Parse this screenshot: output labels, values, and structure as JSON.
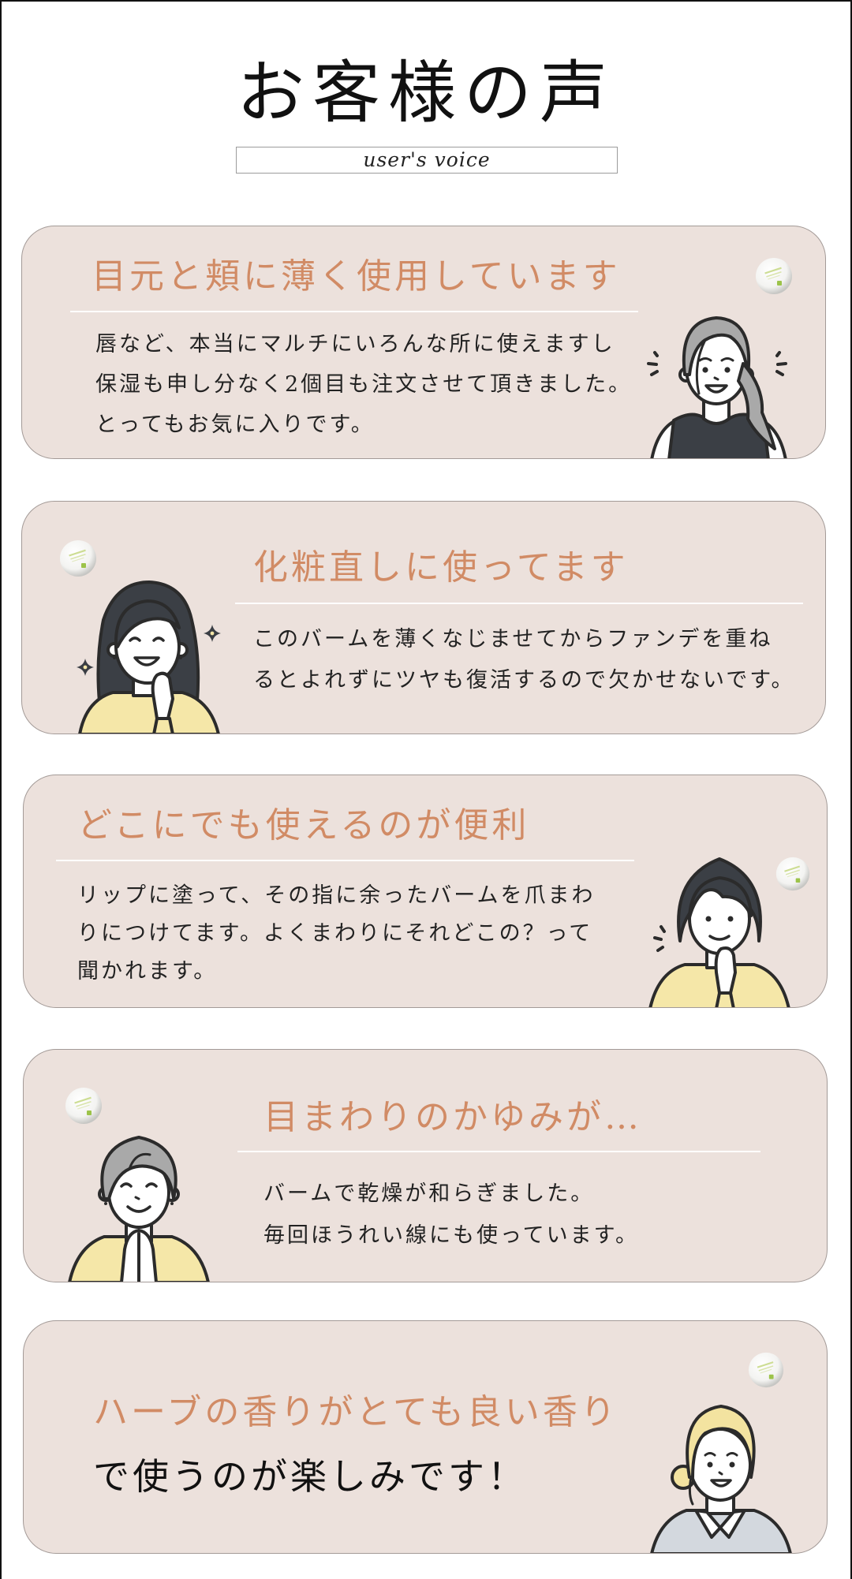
{
  "page": {
    "title": "お客様の声",
    "subtitle": "user's voice"
  },
  "colors": {
    "card_bg": "#ece1dc",
    "card_border": "#a39a97",
    "heading": "#d18b65",
    "body_text": "#222222",
    "divider": "#ffffff",
    "shirt_yellow": "#f5e7a8",
    "hair_dark": "#3b3f45",
    "hair_grey": "#a9a9a9"
  },
  "testimonials": [
    {
      "heading": "目元と頬に薄く使用しています",
      "lines": [
        "唇など、本当にマルチにいろんな所に使えますし",
        "保湿も申し分なく2個目も注文させて頂きました。",
        "とってもお気に入りです。"
      ],
      "illustration": "woman-ponytail-surprised-icon",
      "product_icon": "balm-jar-icon"
    },
    {
      "heading": "化粧直しに使ってます",
      "lines": [
        "このバームを薄くなじませてからファンデを重ね",
        "るとよれずにツヤも復活するので欠かせないです。"
      ],
      "illustration": "woman-long-hair-smiling-icon",
      "product_icon": "balm-jar-icon",
      "decorations": [
        "sparkle-icon",
        "sparkle-icon"
      ]
    },
    {
      "heading": "どこにでも使えるのが便利",
      "lines": [
        "リップに塗って、その指に余ったバームを爪まわ",
        "りにつけてます。よくまわりにそれどこの？って",
        "聞かれます。"
      ],
      "illustration": "woman-bob-thinking-icon",
      "product_icon": "balm-jar-icon"
    },
    {
      "heading": "目まわりのかゆみが…",
      "lines": [
        "バームで乾燥が和らぎました。",
        "毎回ほうれい線にも使っています。"
      ],
      "illustration": "woman-grey-hair-hands-clasped-icon",
      "product_icon": "balm-jar-icon"
    },
    {
      "heading": "ハーブの香りがとても良い香り",
      "lines": [
        "で使うのが楽しみです！"
      ],
      "illustration": "woman-blonde-bun-icon",
      "product_icon": "balm-jar-icon"
    }
  ]
}
